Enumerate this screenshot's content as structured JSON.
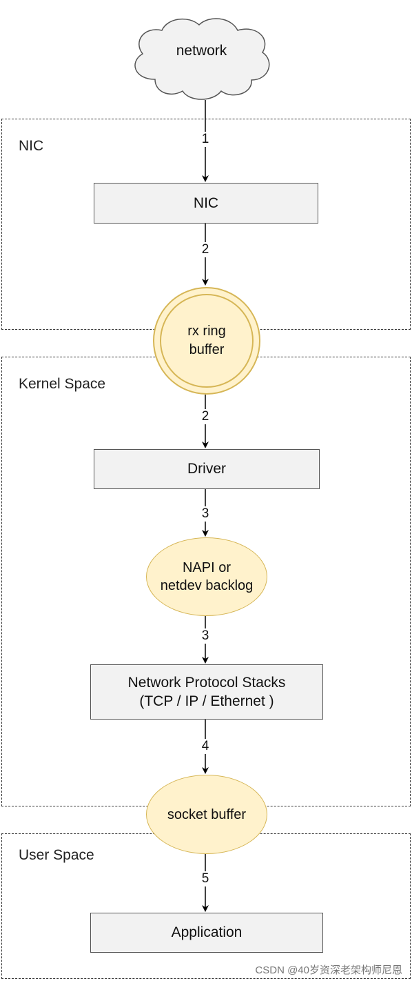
{
  "zones": {
    "nic": "NIC",
    "kernel": "Kernel Space",
    "user": "User Space"
  },
  "nodes": {
    "network": "network",
    "nic": "NIC",
    "rx_ring_buffer": "rx ring\nbuffer",
    "driver": "Driver",
    "napi": "NAPI or\nnetdev backlog",
    "protocol_stacks": "Network Protocol Stacks\n(TCP / IP / Ethernet )",
    "socket_buffer": "socket buffer",
    "application": "Application"
  },
  "steps": [
    "1",
    "2",
    "2",
    "3",
    "3",
    "4",
    "5"
  ],
  "watermark": "CSDN @40岁资深老架构师尼恩",
  "colors": {
    "box_fill": "#f2f2f2",
    "oval_fill": "#fff2cc",
    "oval_stroke": "#d6b656",
    "line": "#000000"
  }
}
